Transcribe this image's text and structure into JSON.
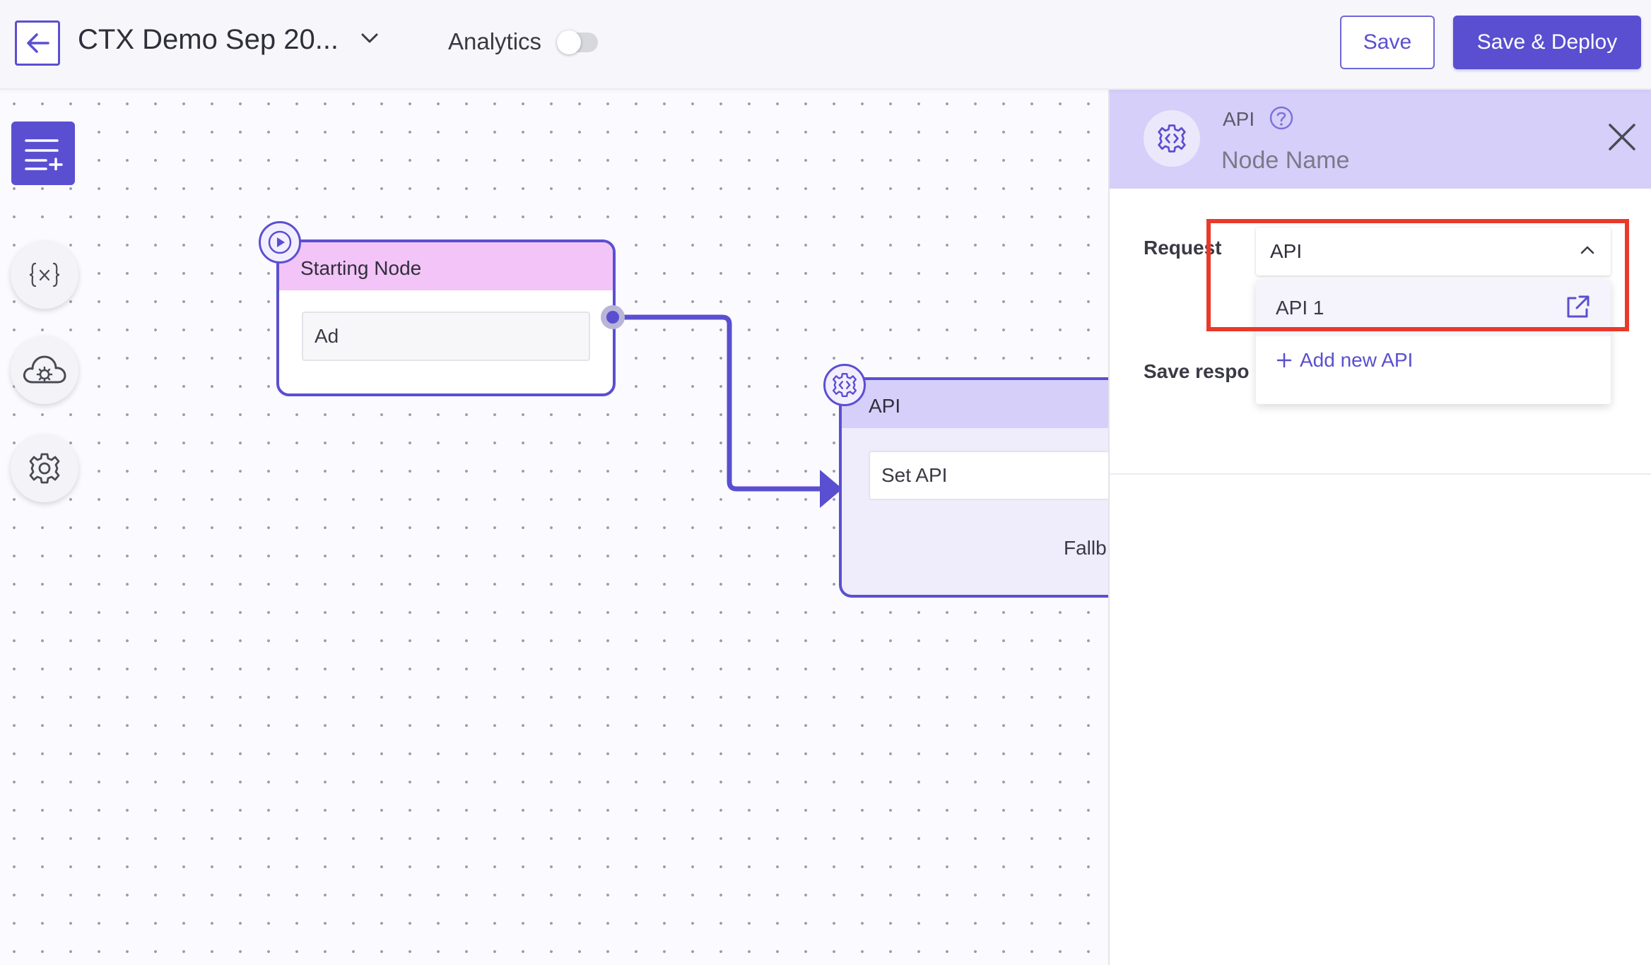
{
  "header": {
    "flow_title": "CTX Demo Sep 20...",
    "analytics_label": "Analytics",
    "analytics_enabled": false,
    "save_label": "Save",
    "deploy_label": "Save & Deploy"
  },
  "toolbar": {
    "items": [
      {
        "icon": "add-node-icon"
      },
      {
        "icon": "variables-icon",
        "glyph": "{x}"
      },
      {
        "icon": "cloud-settings-icon"
      },
      {
        "icon": "gear-icon"
      }
    ]
  },
  "canvas": {
    "starting_node": {
      "title": "Starting Node",
      "field_value": "Ad"
    },
    "api_node": {
      "title": "API",
      "field_value": "Set API",
      "fallback_label": "Fallb"
    }
  },
  "panel": {
    "type_label": "API",
    "node_name_placeholder": "Node Name",
    "request_label": "Request",
    "request_selected": "API",
    "save_response_label": "Save respo",
    "dropdown": {
      "options": [
        {
          "label": "API 1"
        }
      ],
      "add_label": "Add new API"
    }
  },
  "colors": {
    "accent": "#5a4fd0",
    "starting_node_header": "#f2c4f7",
    "api_node_header": "#d6cffa",
    "api_node_body": "#efecfc",
    "panel_header": "#d6cffa",
    "highlight": "#e83a2b"
  }
}
